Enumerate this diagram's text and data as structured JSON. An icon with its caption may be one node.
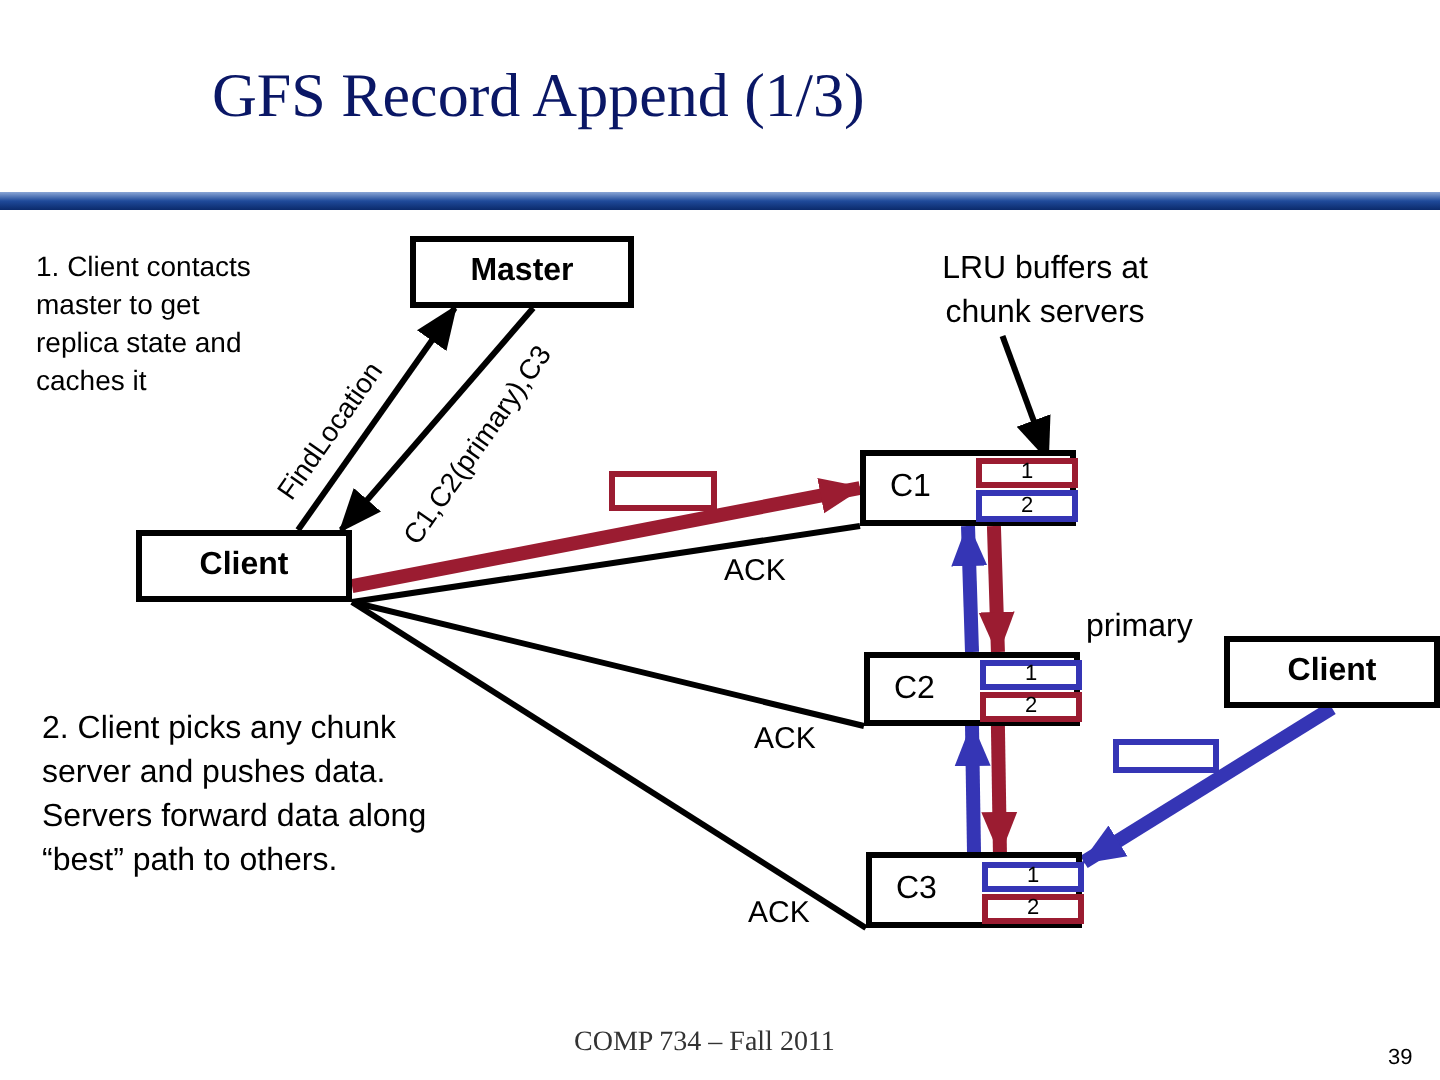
{
  "diagram": {
    "title": "GFS Record Append (1/3)",
    "nodes": [
      {
        "text": [
          "Master"
        ]
      },
      {
        "text": [
          "Client"
        ]
      },
      {
        "text": [
          "C1"
        ]
      },
      {
        "text": [
          "1"
        ],
        "in": 2
      },
      {
        "text": [
          "2"
        ],
        "in": 2
      },
      {
        "text": [
          "C2"
        ],
        "beside": [
          "primary"
        ]
      },
      {
        "text": [
          "1"
        ],
        "in": 5
      },
      {
        "text": [
          "2"
        ],
        "in": 5
      },
      {
        "text": [
          "C3"
        ]
      },
      {
        "text": [
          "1"
        ],
        "in": 8
      },
      {
        "text": [
          "2"
        ],
        "in": 8
      },
      {
        "text": [
          "Client"
        ]
      },
      {
        "text": [
          "LRU buffers at chunk servers"
        ]
      }
    ],
    "edges": [
      {
        "from": 1,
        "to": 0,
        "arrow": "to",
        "label": "FindLocation"
      },
      {
        "from": 0,
        "to": 1,
        "arrow": "to",
        "label": "C1,C2(primary),C3"
      },
      {
        "from": 1,
        "to": 2,
        "arrow": "to",
        "style": "thick",
        "color": "#9b1c31"
      },
      {
        "from": 2,
        "to": 1,
        "arrow": "none",
        "label": "ACK"
      },
      {
        "from": 5,
        "to": 1,
        "arrow": "none",
        "label": "ACK"
      },
      {
        "from": 8,
        "to": 1,
        "arrow": "none",
        "label": "ACK"
      },
      {
        "from": 2,
        "to": 5,
        "arrow": "to",
        "style": "thick",
        "color": "#9b1c31"
      },
      {
        "from": 5,
        "to": 8,
        "arrow": "to",
        "style": "thick",
        "color": "#9b1c31"
      },
      {
        "from": 11,
        "to": 9,
        "arrow": "to",
        "style": "thick",
        "color": "#3535b5"
      },
      {
        "from": 8,
        "to": 5,
        "arrow": "to",
        "style": "thick",
        "color": "#3535b5"
      },
      {
        "from": 5,
        "to": 2,
        "arrow": "to",
        "style": "thick",
        "color": "#3535b5"
      },
      {
        "from": 12,
        "to": 3,
        "arrow": "to"
      }
    ],
    "labels": [
      "1. Client contacts master to get replica state and caches it",
      "2. Client picks any chunk server and pushes data. Servers forward data along “best” path to others.",
      "COMP 734 – Fall 2011",
      "39"
    ]
  }
}
